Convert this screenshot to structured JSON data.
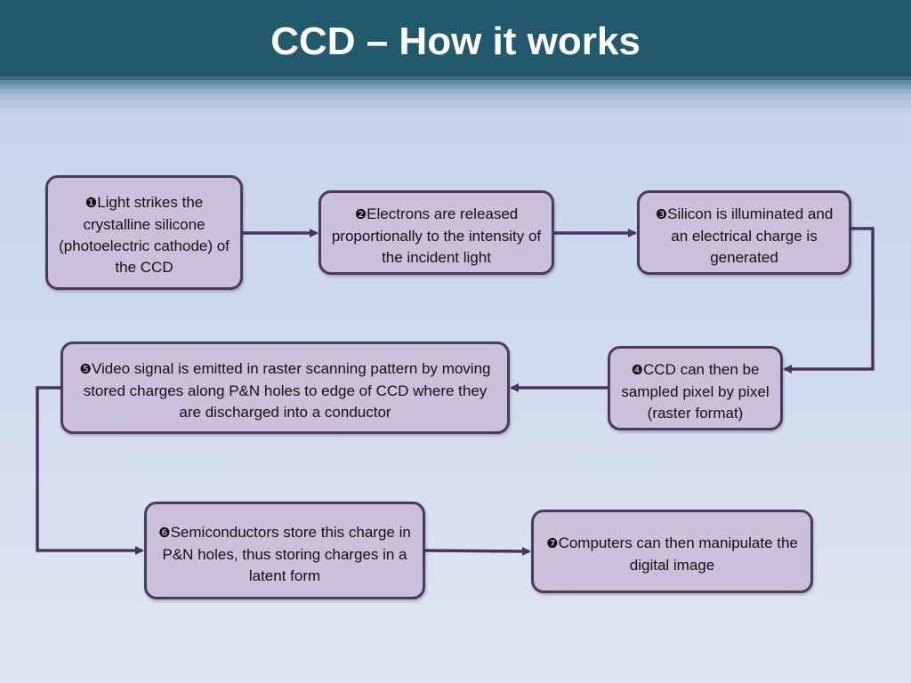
{
  "slide": {
    "title": "CCD – How it works"
  },
  "steps": [
    {
      "number": "❶",
      "text": "Light strikes the crystalline silicone (photoelectric cathode) of the CCD"
    },
    {
      "number": "❷",
      "text": "Electrons are released proportionally to the intensity of the incident light"
    },
    {
      "number": "❸",
      "text": "Silicon is illuminated and an electrical charge is generated"
    },
    {
      "number": "❹",
      "text": "CCD can then be sampled pixel by pixel (raster format)"
    },
    {
      "number": "❺",
      "text": "Video signal is emitted in raster scanning pattern by moving stored charges along P&N holes to edge of CCD where they are discharged into a conductor"
    },
    {
      "number": "❻",
      "text": "Semiconductors store this charge in P&N holes, thus storing charges in a latent form"
    },
    {
      "number": "❼",
      "text": "Computers can then manipulate the digital image"
    }
  ],
  "colors": {
    "header": "#215a6c",
    "box_fill": "#cbc0dc",
    "box_border": "#4a3a5f",
    "arrow": "#46355e",
    "background": "#c9d6ee"
  }
}
